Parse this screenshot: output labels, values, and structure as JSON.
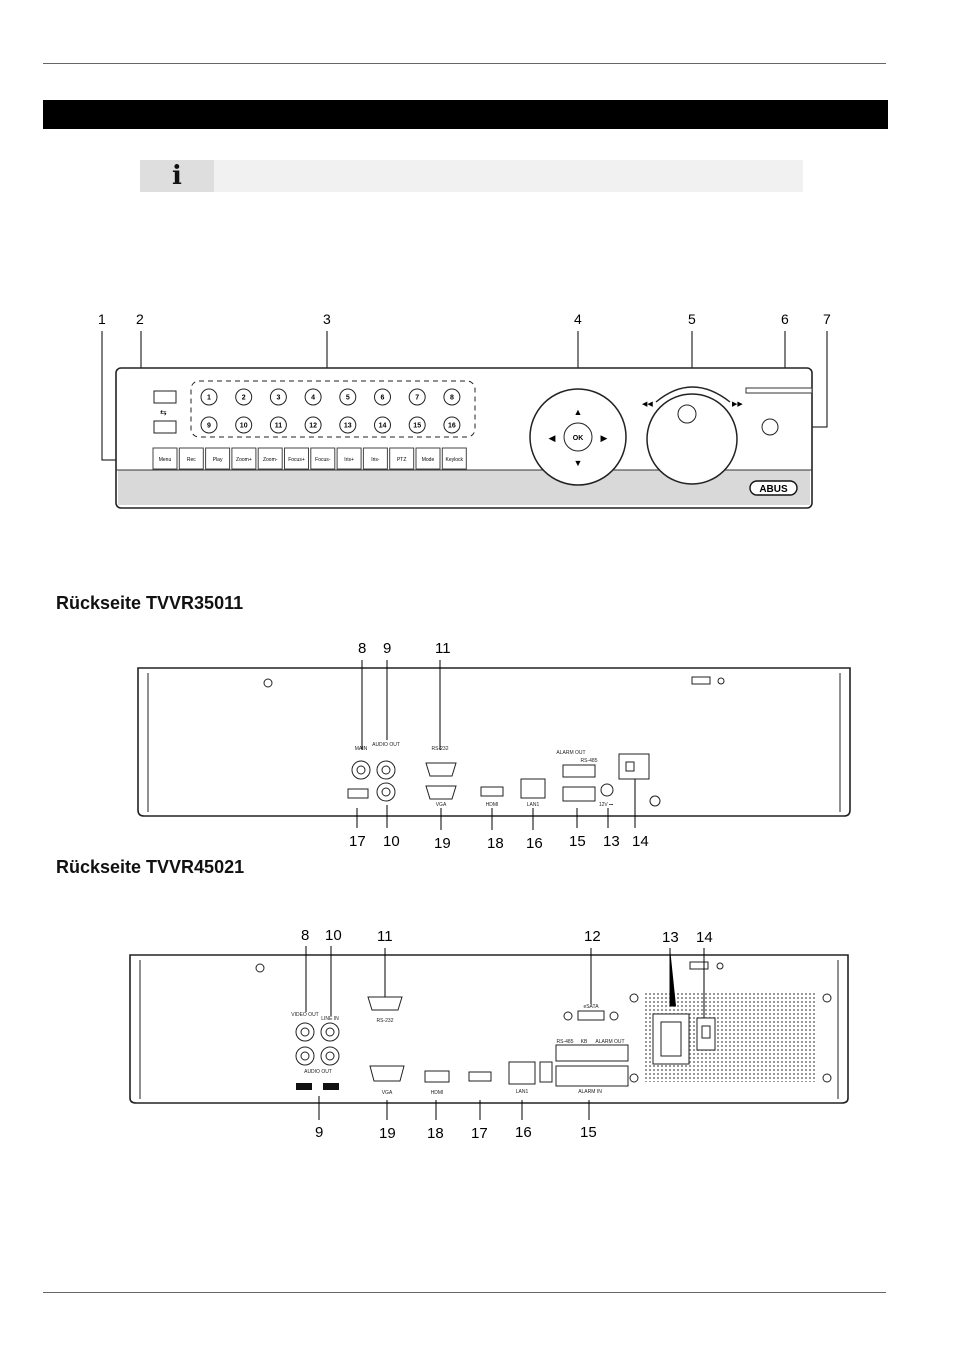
{
  "info": {
    "icon": "info-icon"
  },
  "front": {
    "callouts": [
      "1",
      "2",
      "3",
      "4",
      "5",
      "6",
      "7"
    ],
    "channel_buttons": [
      "1",
      "2",
      "3",
      "4",
      "5",
      "6",
      "7",
      "8",
      "9",
      "10",
      "11",
      "12",
      "13",
      "14",
      "15",
      "16"
    ],
    "function_buttons": [
      "Menu",
      "Rec",
      "Play",
      "Zoom+",
      "Zoom-",
      "Focus+",
      "Focus-",
      "Iris+",
      "Iris-",
      "PTZ",
      "Mode",
      "Keylock"
    ],
    "ok_label": "OK",
    "logo": "ABUS"
  },
  "rear1": {
    "title": "Rückseite TVVR35011",
    "callouts_top": [
      "8",
      "9",
      "11"
    ],
    "callouts_bottom": [
      "17",
      "10",
      "19",
      "18",
      "16",
      "15",
      "13",
      "14"
    ],
    "port_labels": {
      "main": "MAIN",
      "audio_out": "AUDIO OUT",
      "rs232": "RS-232",
      "alarm_out": "ALARM OUT",
      "rs485": "RS-485",
      "vga": "VGA",
      "hdmi": "HDMI",
      "lan1": "LAN1",
      "power": "12V ⎓"
    }
  },
  "rear2": {
    "title": "Rückseite TVVR45021",
    "callouts_top": [
      "8",
      "10",
      "11",
      "12",
      "13",
      "14"
    ],
    "callouts_bottom": [
      "9",
      "19",
      "18",
      "17",
      "16",
      "15"
    ],
    "port_labels": {
      "video_out": "VIDEO OUT",
      "line_in": "LINE IN",
      "audio_out": "AUDIO OUT",
      "rs232": "RS-232",
      "esata": "eSATA",
      "vga": "VGA",
      "hdmi": "HDMI",
      "lan1": "LAN1",
      "alarm_in": "ALARM IN",
      "rs485": "RS-485",
      "kb": "KB",
      "alarm_out": "ALARM OUT"
    }
  }
}
